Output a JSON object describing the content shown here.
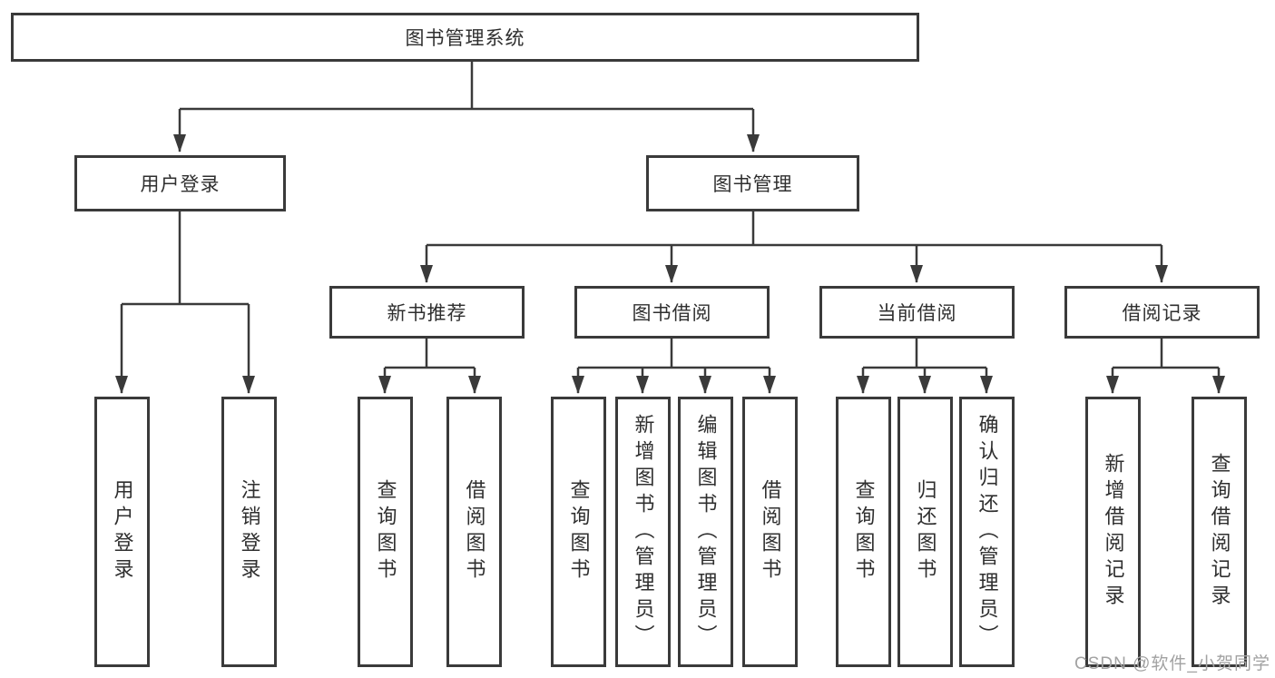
{
  "diagram": {
    "root": {
      "label": "图书管理系统"
    },
    "login": {
      "label": "用户登录",
      "children": [
        {
          "label": "用户登录"
        },
        {
          "label": "注销登录"
        }
      ]
    },
    "management": {
      "label": "图书管理",
      "groups": [
        {
          "label": "新书推荐",
          "children": [
            {
              "label": "查询图书"
            },
            {
              "label": "借阅图书"
            }
          ]
        },
        {
          "label": "图书借阅",
          "children": [
            {
              "label": "查询图书"
            },
            {
              "label": "新增图书（管理员）"
            },
            {
              "label": "编辑图书（管理员）"
            },
            {
              "label": "借阅图书"
            }
          ]
        },
        {
          "label": "当前借阅",
          "children": [
            {
              "label": "查询图书"
            },
            {
              "label": "归还图书"
            },
            {
              "label": "确认归还（管理员）"
            }
          ]
        },
        {
          "label": "借阅记录",
          "children": [
            {
              "label": "新增借阅记录"
            },
            {
              "label": "查询借阅记录"
            }
          ]
        }
      ]
    }
  },
  "watermark": {
    "text": "CSDN @软件_小贺同学"
  },
  "colors": {
    "line": "#3a3a3a",
    "text": "#2f2f2f",
    "box_bg": "#ffffff",
    "watermark": "#a2a2a2"
  }
}
